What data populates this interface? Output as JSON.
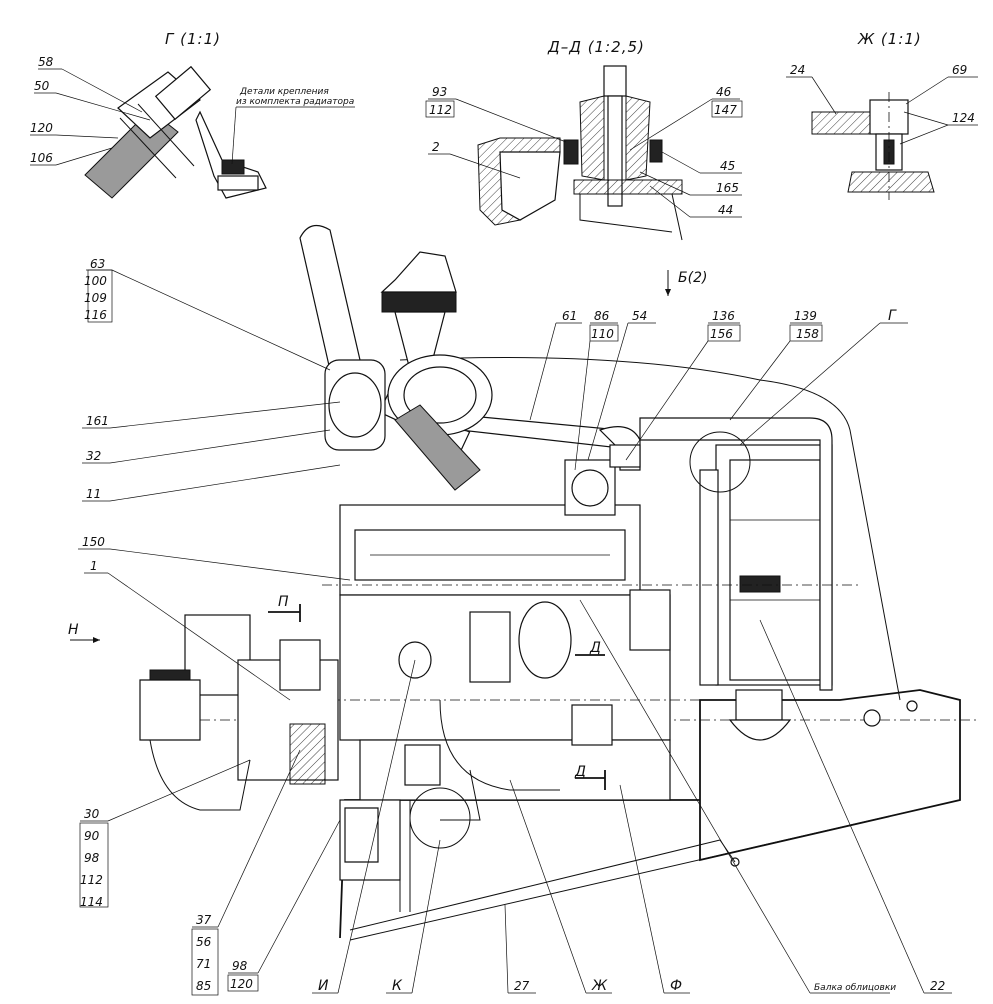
{
  "views": {
    "g": "Г (1:1)",
    "dd": "Д–Д (1:2,5)",
    "zh": "Ж (1:1)",
    "b": "Б(2)"
  },
  "notes": {
    "radiator_line1": "Детали крепления",
    "radiator_line2": "из комплекта радиатора",
    "balka": "Балка облицовки"
  },
  "markers": {
    "p": "П",
    "n": "Н",
    "d_upper": "Д",
    "d_lower": "Д",
    "g_main": "Г"
  },
  "labels": {
    "v58": "58",
    "v50": "50",
    "v120a": "120",
    "v106": "106",
    "v93": "93",
    "v112a": "112",
    "v2": "2",
    "v46": "46",
    "v147": "147",
    "v45": "45",
    "v165": "165",
    "v44": "44",
    "v24": "24",
    "v69": "69",
    "v124": "124",
    "v63": "63",
    "v100": "100",
    "v109": "109",
    "v116": "116",
    "v61": "61",
    "v86": "86",
    "v110": "110",
    "v54": "54",
    "v136": "136",
    "v156": "156",
    "v139": "139",
    "v158": "158",
    "v161": "161",
    "v32": "32",
    "v11": "11",
    "v150": "150",
    "v1": "1",
    "v30": "30",
    "v90": "90",
    "v98a": "98",
    "v112b": "112",
    "v114": "114",
    "v37": "37",
    "v56": "56",
    "v71": "71",
    "v85": "85",
    "v98b": "98",
    "v120b": "120",
    "vI": "И",
    "vK": "К",
    "v27": "27",
    "vZh": "Ж",
    "vF": "Ф",
    "v22": "22"
  }
}
